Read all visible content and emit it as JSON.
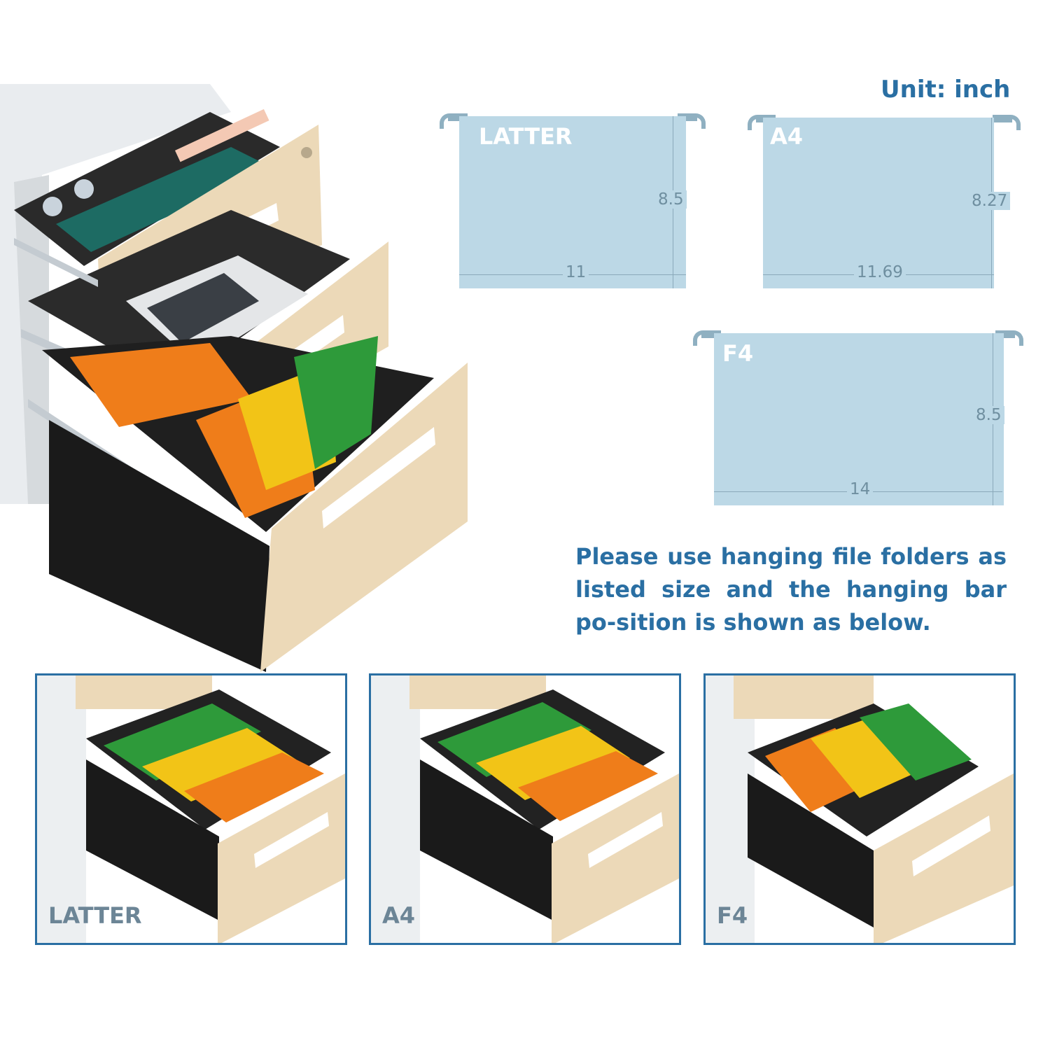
{
  "unit_label": "Unit: inch",
  "folders": {
    "latter": {
      "name": "LATTER",
      "height": "8.5",
      "width": "11"
    },
    "a4": {
      "name": "A4",
      "height": "8.27",
      "width": "11.69"
    },
    "f4": {
      "name": "F4",
      "height": "8.5",
      "width": "14"
    }
  },
  "notice": "Please use hanging file folders as listed size and the hanging bar po-sition is shown as below.",
  "panels": [
    {
      "label": "LATTER"
    },
    {
      "label": "A4"
    },
    {
      "label": "F4"
    }
  ],
  "colors": {
    "accent": "#2a6fa3",
    "folder_fill": "#bcd8e6",
    "wood": "#ecd9b8",
    "drawer_black": "#1e1e1e",
    "folder_green": "#2e9a3a",
    "folder_yellow": "#f2c417",
    "folder_orange": "#ef7d1a"
  }
}
